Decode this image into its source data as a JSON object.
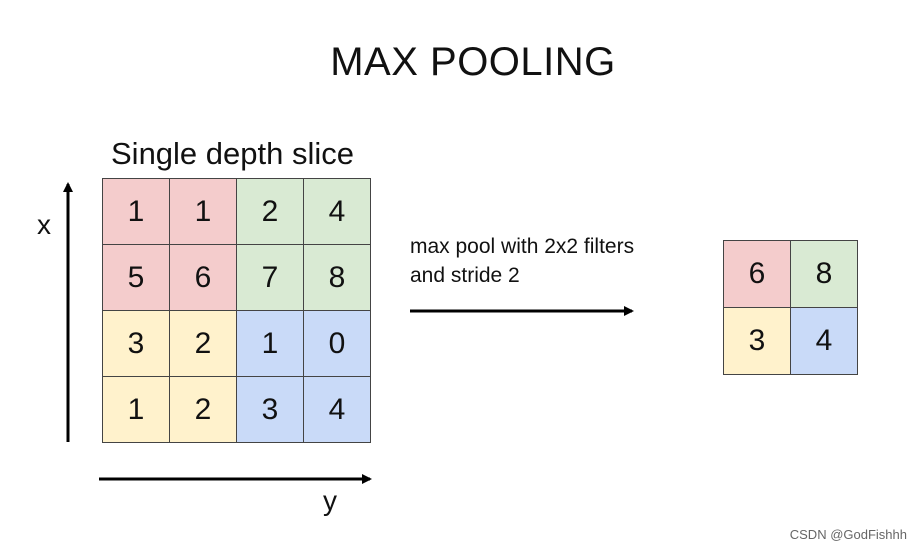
{
  "title": "MAX POOLING",
  "slice_label": "Single depth slice",
  "axis": {
    "x_label": "x",
    "y_label": "y"
  },
  "caption": {
    "line1": "max pool with 2x2 filters",
    "line2": "and stride 2"
  },
  "colors": {
    "red": "#f4cccc",
    "green": "#d9ead3",
    "yellow": "#fff2cc",
    "blue": "#c9daf8"
  },
  "input_matrix": [
    [
      {
        "v": "1",
        "c": "red"
      },
      {
        "v": "1",
        "c": "red"
      },
      {
        "v": "2",
        "c": "green"
      },
      {
        "v": "4",
        "c": "green"
      }
    ],
    [
      {
        "v": "5",
        "c": "red"
      },
      {
        "v": "6",
        "c": "red"
      },
      {
        "v": "7",
        "c": "green"
      },
      {
        "v": "8",
        "c": "green"
      }
    ],
    [
      {
        "v": "3",
        "c": "yellow"
      },
      {
        "v": "2",
        "c": "yellow"
      },
      {
        "v": "1",
        "c": "blue"
      },
      {
        "v": "0",
        "c": "blue"
      }
    ],
    [
      {
        "v": "1",
        "c": "yellow"
      },
      {
        "v": "2",
        "c": "yellow"
      },
      {
        "v": "3",
        "c": "blue"
      },
      {
        "v": "4",
        "c": "blue"
      }
    ]
  ],
  "output_matrix": [
    [
      {
        "v": "6",
        "c": "red"
      },
      {
        "v": "8",
        "c": "green"
      }
    ],
    [
      {
        "v": "3",
        "c": "yellow"
      },
      {
        "v": "4",
        "c": "blue"
      }
    ]
  ],
  "watermark": "CSDN @GodFishhh"
}
